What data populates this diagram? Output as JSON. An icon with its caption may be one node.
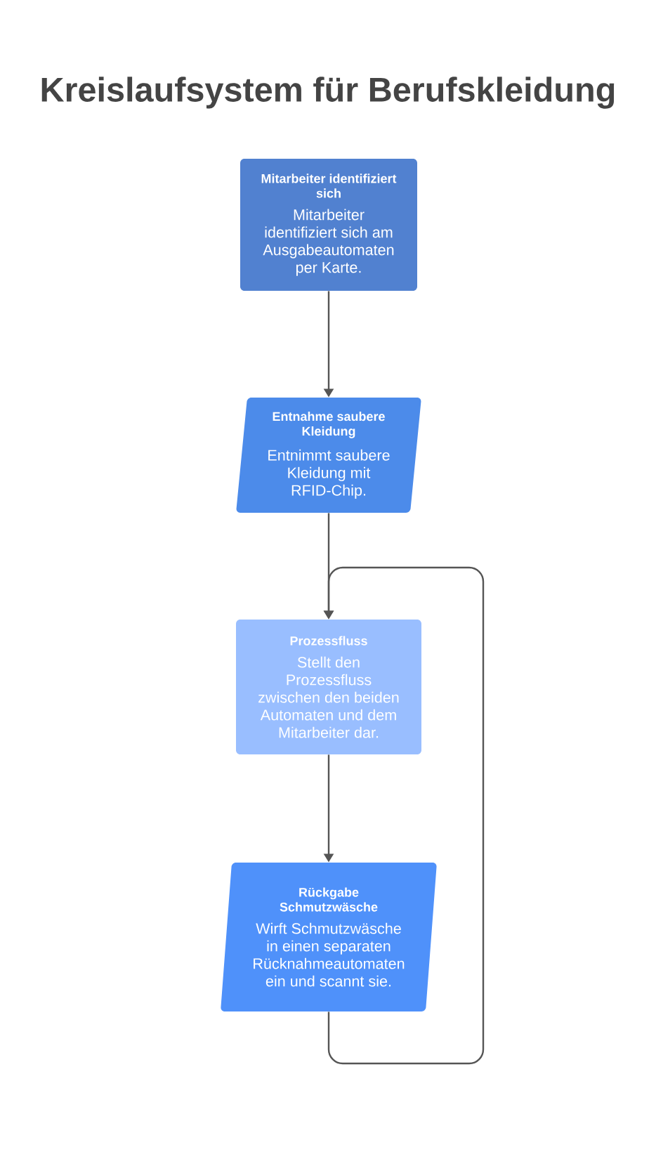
{
  "diagram": {
    "title": "Kreislaufsystem für Berufskleidung",
    "nodes": [
      {
        "text": [
          "Mitarbeiter identifiziert sich",
          "Mitarbeiter identifiziert sich am Ausgabeautomaten per Karte."
        ]
      },
      {
        "text": [
          "Entnahme saubere Kleidung",
          "Entnimmt saubere Kleidung mit RFID-Chip."
        ]
      },
      {
        "text": [
          "Prozessfluss",
          "Stellt den Prozessfluss zwischen den beiden Automaten und dem Mitarbeiter dar."
        ]
      },
      {
        "text": [
          "Rückgabe Schmutzwäsche",
          "Wirft Schmutzwäsche in einen separaten Rücknahmeautomaten ein und scannt sie."
        ]
      }
    ],
    "edges": [
      {
        "from": 0,
        "to": 1,
        "arrow": "to"
      },
      {
        "from": 1,
        "to": 2,
        "arrow": "to"
      },
      {
        "from": 2,
        "to": 3,
        "arrow": "to"
      },
      {
        "from": 3,
        "to": 2,
        "arrow": "to"
      }
    ]
  }
}
